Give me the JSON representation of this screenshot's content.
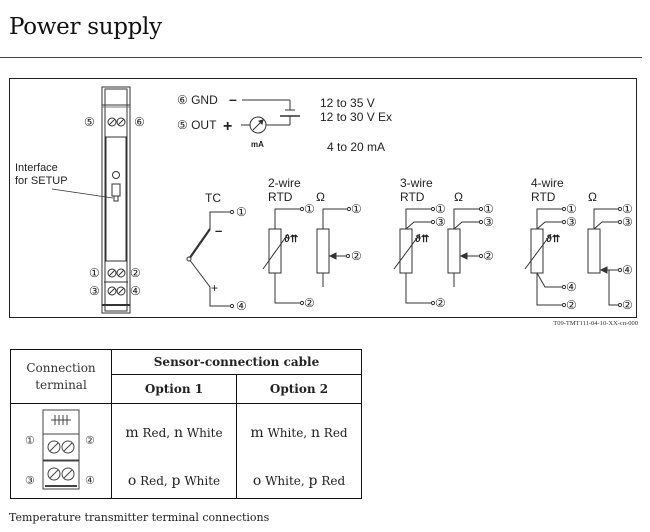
{
  "page": {
    "title": "Power supply",
    "caption": "Temperature transmitter terminal connections"
  },
  "figure": {
    "code": "T09-TMT111-04-10-XX-cn-000",
    "module": {
      "terminal_labels_top": [
        "⑤",
        "⑥"
      ],
      "terminal_labels_bottom_row1": [
        "①",
        "②"
      ],
      "terminal_labels_bottom_row2": [
        "③",
        "④"
      ],
      "interface_label_line1": "Interface",
      "interface_label_line2": "for SETUP"
    },
    "power": {
      "gnd_label": "⑥ GND",
      "gnd_sign": "–",
      "out_label": "⑤ OUT",
      "out_sign": "+",
      "meter_unit": "mA",
      "voltage_1": "12 to 35 V",
      "voltage_2": "12 to 30 V Ex",
      "current": "4 to 20 mA"
    },
    "sensors": {
      "tc": {
        "title": "TC",
        "minus": "–",
        "plus": "+",
        "terminals": [
          "①",
          "④"
        ]
      },
      "wire2": {
        "title_line1": "2-wire",
        "title_line2": "RTD",
        "ohm": "Ω",
        "rtd_terminals": [
          "①",
          "②"
        ],
        "ohm_terminals": [
          "①",
          "②"
        ]
      },
      "wire3": {
        "title_line1": "3-wire",
        "title_line2": "RTD",
        "ohm": "Ω",
        "rtd_terminals": [
          "①",
          "③",
          "②"
        ],
        "ohm_terminals": [
          "①",
          "③",
          "②"
        ]
      },
      "wire4": {
        "title_line1": "4-wire",
        "title_line2": "RTD",
        "ohm": "Ω",
        "rtd_terminals": [
          "①",
          "③",
          "④",
          "②"
        ],
        "ohm_terminals": [
          "①",
          "③",
          "④",
          "②"
        ]
      },
      "theta_symbol": "ϑ⇈"
    }
  },
  "table": {
    "header_connection_line1": "Connection",
    "header_connection_line2": "terminal",
    "header_cable": "Sensor-connection cable",
    "header_option1": "Option 1",
    "header_option2": "Option 2",
    "terminal_labels": [
      "①",
      "②",
      "③",
      "④"
    ],
    "option1": {
      "row1": {
        "a_sym": "m",
        "a_col": " Red, ",
        "b_sym": "n",
        "b_col": " White"
      },
      "row2": {
        "a_sym": "o",
        "a_col": " Red, ",
        "b_sym": "p",
        "b_col": " White"
      }
    },
    "option2": {
      "row1": {
        "a_sym": "m",
        "a_col": " White, ",
        "b_sym": "n",
        "b_col": " Red"
      },
      "row2": {
        "a_sym": "o",
        "a_col": " White, ",
        "b_sym": "p",
        "b_col": " Red"
      }
    }
  }
}
